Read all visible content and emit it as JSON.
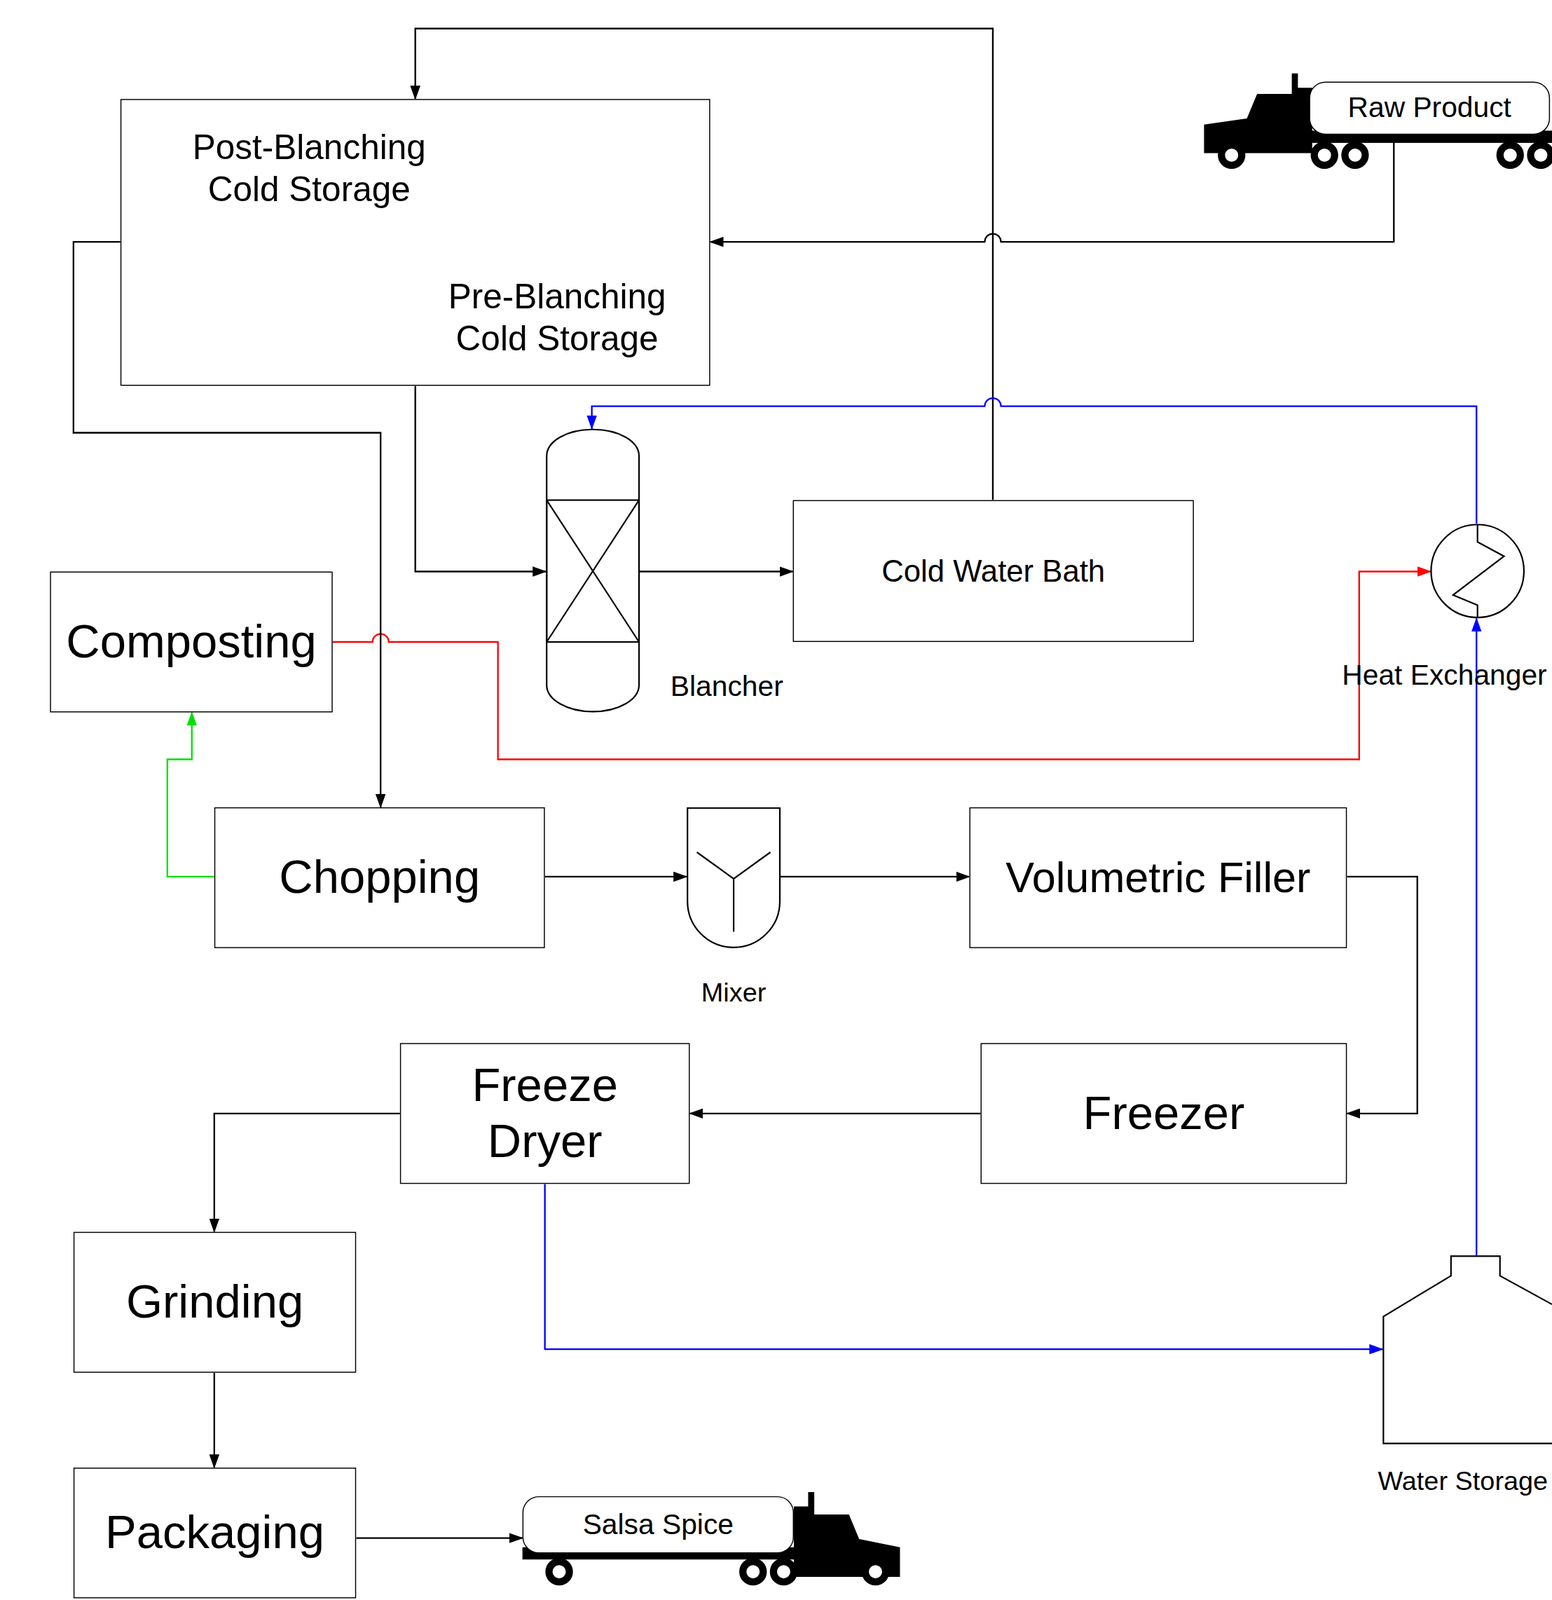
{
  "diagram": {
    "nodes": [
      {
        "text": [
          "Post-Blanching Cold Storage",
          "Pre-Blanching Cold Storage"
        ]
      },
      {
        "text": [
          "Raw Product"
        ]
      },
      {
        "text": [
          "Blancher"
        ]
      },
      {
        "text": [
          "Cold Water Bath"
        ]
      },
      {
        "text": [
          "Heat Exchanger"
        ]
      },
      {
        "text": [
          "Composting"
        ]
      },
      {
        "text": [
          "Chopping"
        ]
      },
      {
        "text": [
          "Mixer"
        ]
      },
      {
        "text": [
          "Volumetric Filler"
        ]
      },
      {
        "text": [
          "Freezer"
        ]
      },
      {
        "text": [
          "Freeze Dryer"
        ]
      },
      {
        "text": [
          "Grinding"
        ]
      },
      {
        "text": [
          "Packaging"
        ]
      },
      {
        "text": [
          "Water Storage"
        ]
      },
      {
        "text": [
          "Salsa Spice"
        ]
      }
    ],
    "edges": [
      {
        "from": 1,
        "to": 0,
        "arrow": "to"
      },
      {
        "from": 0,
        "to": 2,
        "arrow": "to"
      },
      {
        "from": 2,
        "to": 3,
        "arrow": "to"
      },
      {
        "from": 3,
        "to": 0,
        "arrow": "to"
      },
      {
        "from": 4,
        "to": 2,
        "arrow": "to"
      },
      {
        "from": 5,
        "to": 4,
        "arrow": "to"
      },
      {
        "from": 6,
        "to": 5,
        "arrow": "to"
      },
      {
        "from": 0,
        "to": 6,
        "arrow": "to"
      },
      {
        "from": 6,
        "to": 7,
        "arrow": "to"
      },
      {
        "from": 7,
        "to": 8,
        "arrow": "to"
      },
      {
        "from": 8,
        "to": 9,
        "arrow": "to"
      },
      {
        "from": 9,
        "to": 10,
        "arrow": "to"
      },
      {
        "from": 10,
        "to": 11,
        "arrow": "to"
      },
      {
        "from": 11,
        "to": 12,
        "arrow": "to"
      },
      {
        "from": 12,
        "to": 14,
        "arrow": "to"
      },
      {
        "from": 10,
        "to": 13,
        "arrow": "to"
      },
      {
        "from": 13,
        "to": 4,
        "arrow": "to"
      }
    ]
  }
}
